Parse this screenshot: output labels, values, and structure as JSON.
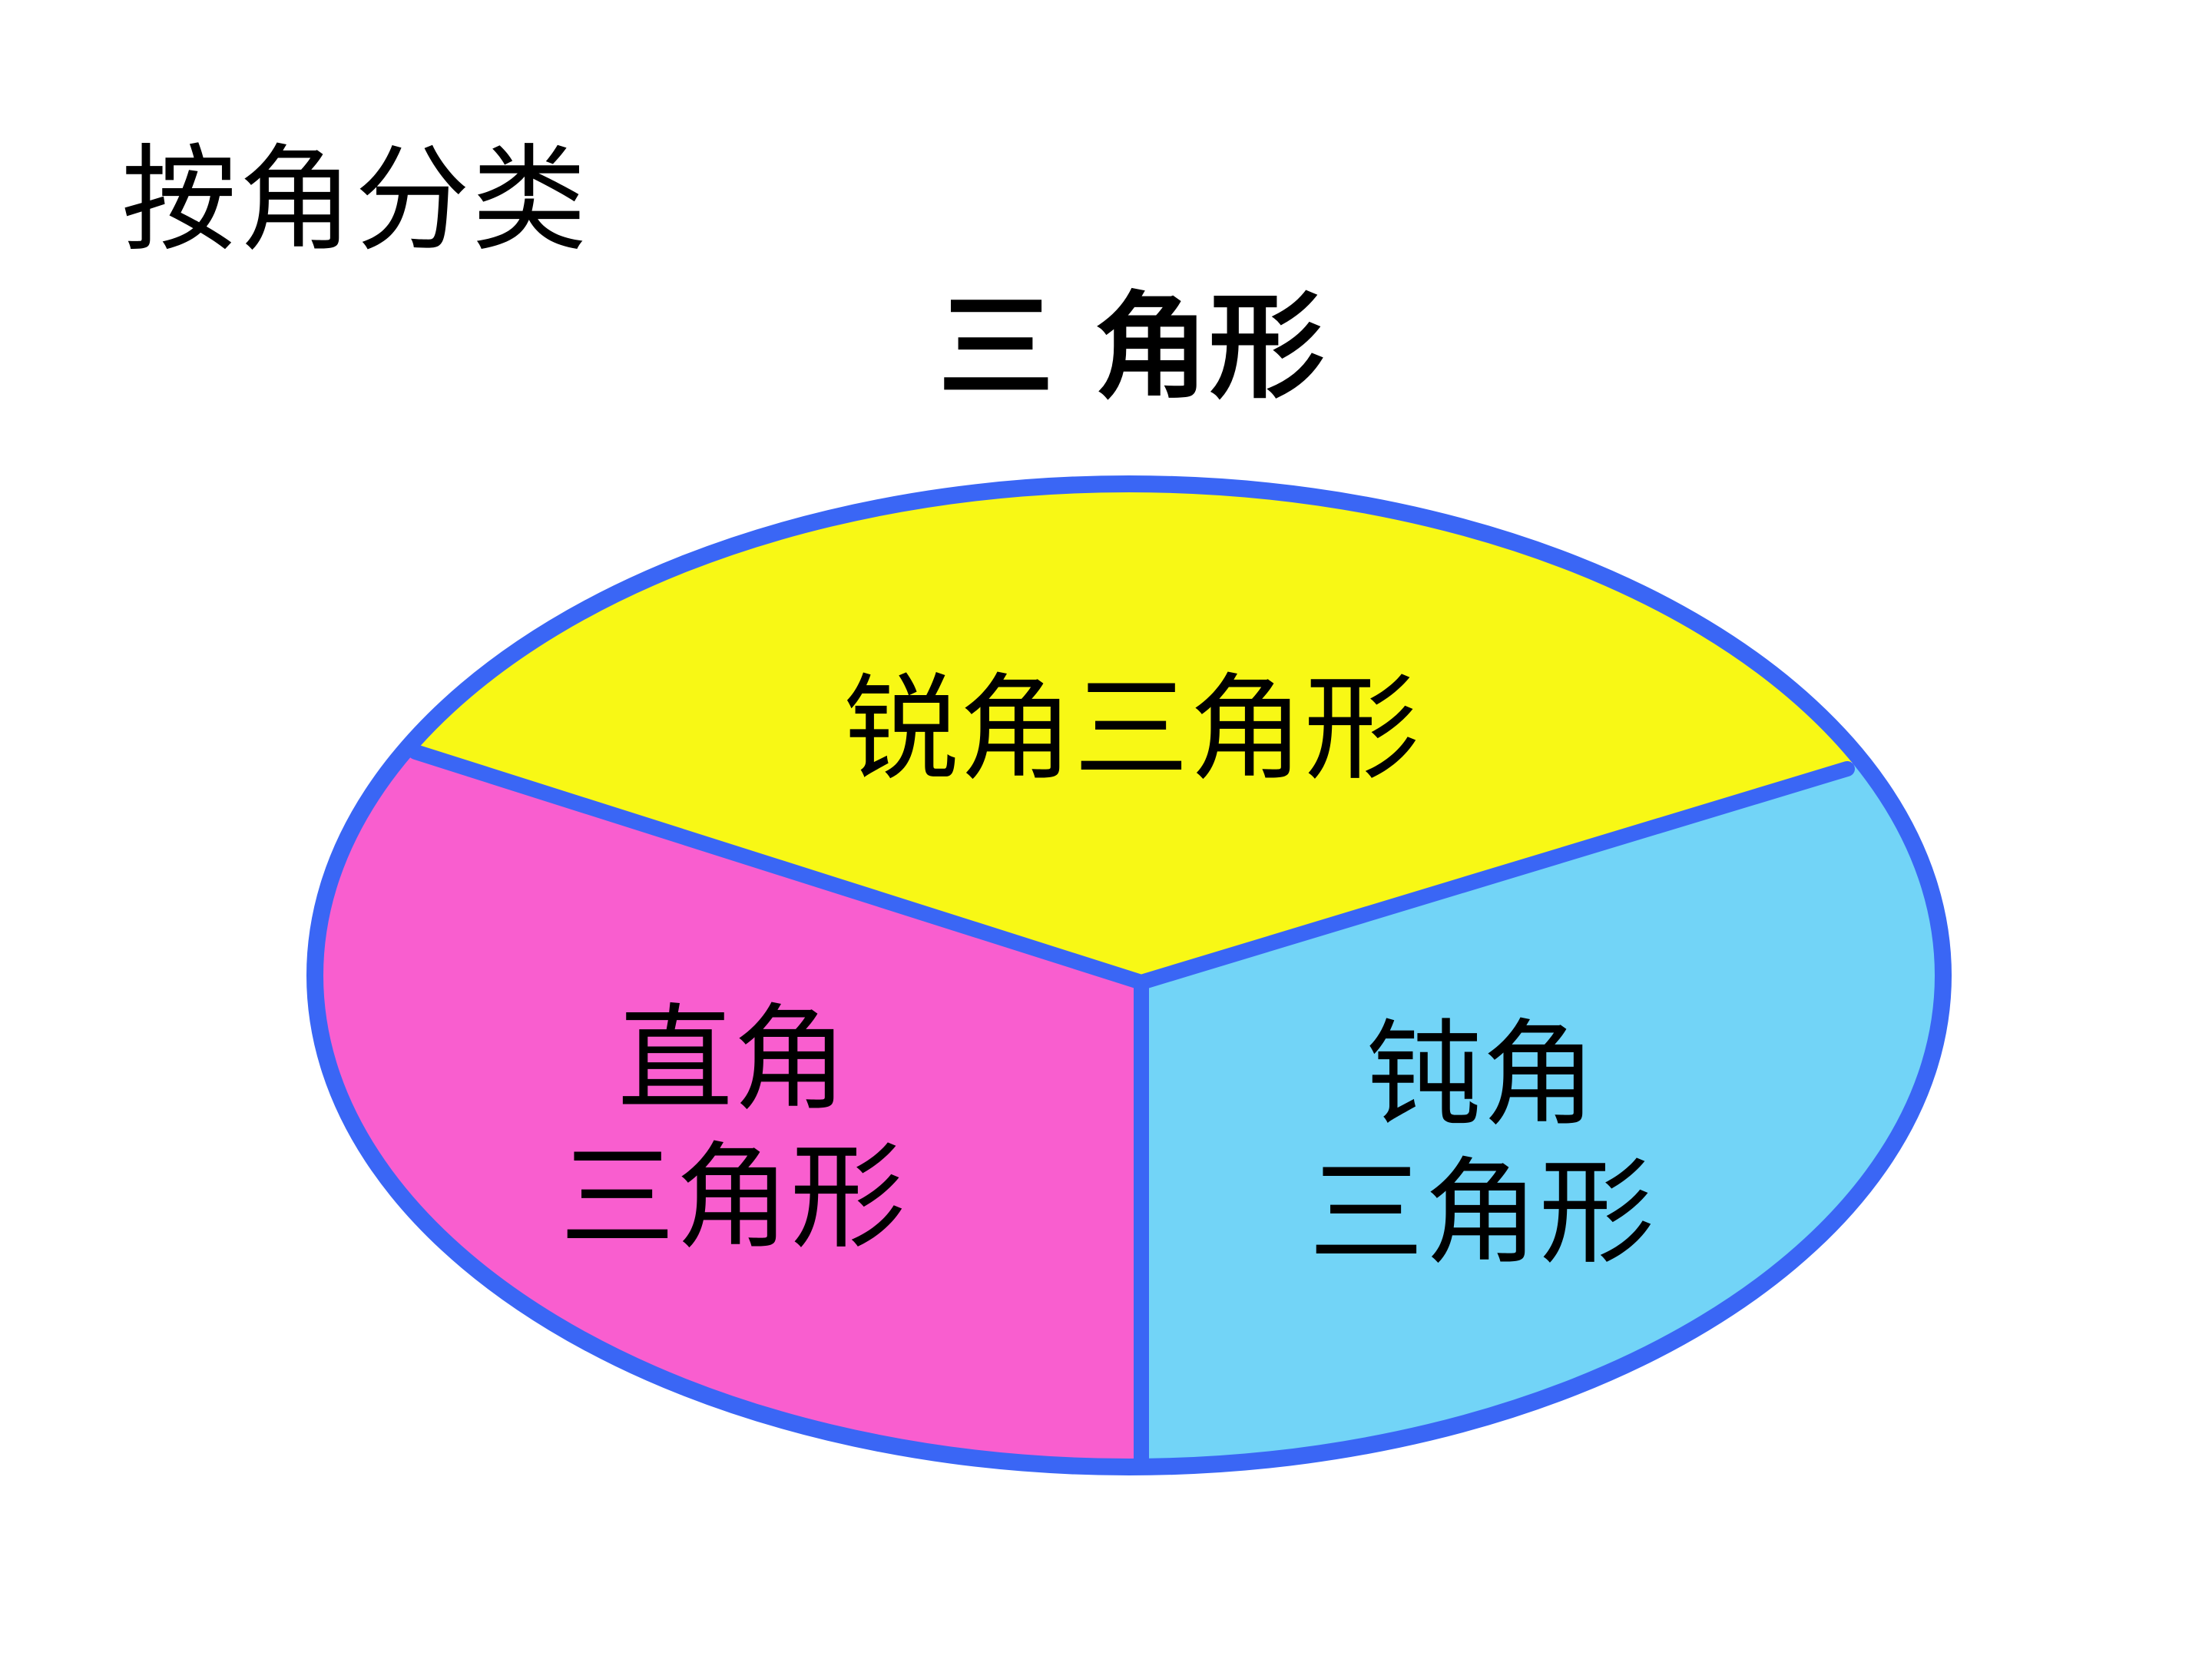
{
  "header": {
    "subtitle": "按角分类",
    "title": "三 角形"
  },
  "diagram": {
    "type": "ellipse-partition",
    "colors": {
      "border": "#3A66F5",
      "acute": "#F8F815",
      "right": "#F95ECF",
      "obtuse": "#72D4F7",
      "background": "#FFFFFF"
    },
    "sections": [
      {
        "id": "acute",
        "lines": [
          "锐角三角形"
        ]
      },
      {
        "id": "right",
        "lines": [
          "直角",
          "三角形"
        ]
      },
      {
        "id": "obtuse",
        "lines": [
          "钝角",
          "三角形"
        ]
      }
    ]
  }
}
